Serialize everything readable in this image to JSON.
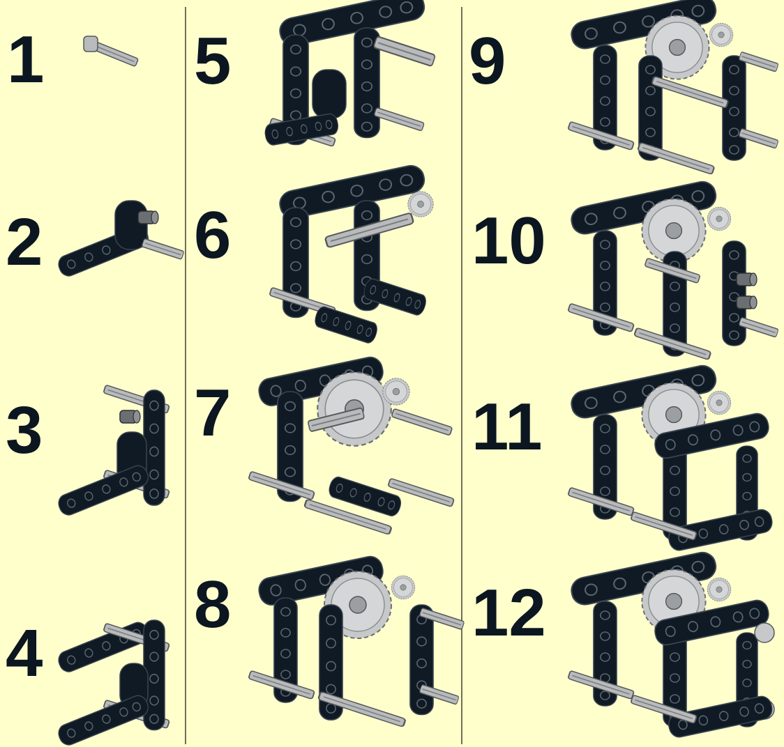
{
  "columns": [
    {
      "steps": [
        {
          "number": "1"
        },
        {
          "number": "2"
        },
        {
          "number": "3"
        },
        {
          "number": "4"
        }
      ]
    },
    {
      "steps": [
        {
          "number": "5"
        },
        {
          "number": "6"
        },
        {
          "number": "7"
        },
        {
          "number": "8"
        }
      ]
    },
    {
      "steps": [
        {
          "number": "9"
        },
        {
          "number": "10"
        },
        {
          "number": "11"
        },
        {
          "number": "12"
        }
      ]
    }
  ],
  "colors": {
    "background": "#ffffcc",
    "step_number": "#0b1620",
    "beam": "#0f1a24",
    "axle": "#b8babb",
    "gear": "#c6c8c9",
    "divider": "#6f6f55"
  }
}
